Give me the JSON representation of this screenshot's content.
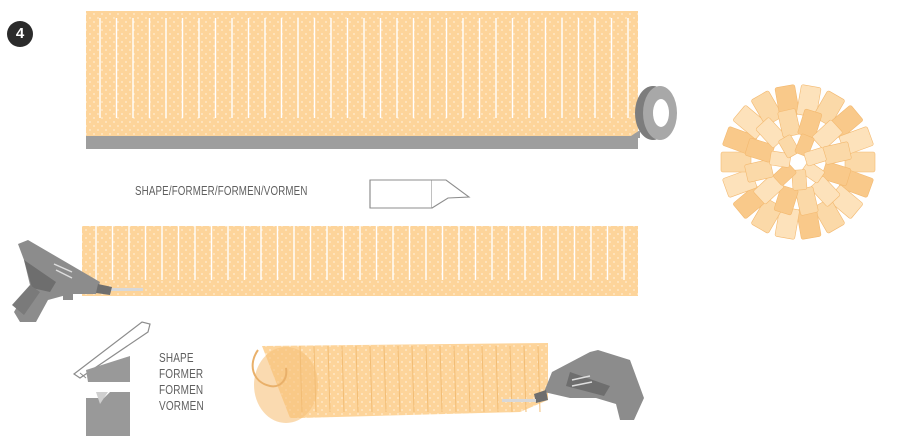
{
  "step": {
    "number": "4"
  },
  "labels": {
    "shape_former": "SHAPE/FORMER/FORMEN/VORMEN",
    "shape_list": [
      "SHAPE",
      "FORMER",
      "FORMEN",
      "VORMEN"
    ]
  },
  "colors": {
    "paper": "#fdd49a",
    "paper_dots": "#ffffff",
    "tool_gray": "#8e8e8e",
    "tape": "#9a9a9a",
    "text": "#5f5f5f"
  },
  "icons": [
    "glue-gun-icon",
    "pen-icon",
    "tape-roll-icon",
    "paper-folding-icon",
    "flower-decoration-icon"
  ]
}
